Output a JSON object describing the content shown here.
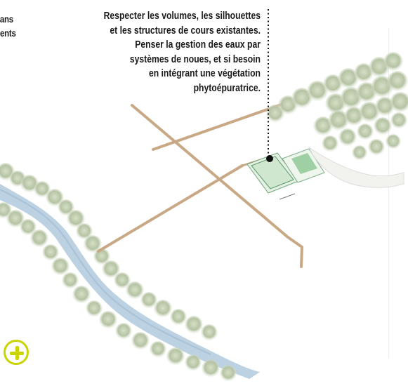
{
  "corner_text": {
    "line1": "ans",
    "line2": "ments"
  },
  "annotation": {
    "lines": [
      "Respecter les volumes, les silhouettes",
      "et les structures de cours existantes.",
      "Penser la gestion des eaux par",
      "systèmes de noues, et si besoin",
      "en intégrant une végétation",
      "phytoépuratrice."
    ]
  },
  "colors": {
    "accent_plus": "#c9d400",
    "road": "#c9a886",
    "river": "#b9cfe0",
    "building": "#cfe6cf",
    "trees": "#b8c7a8"
  },
  "icons": {
    "expand": "plus-circle-icon"
  }
}
